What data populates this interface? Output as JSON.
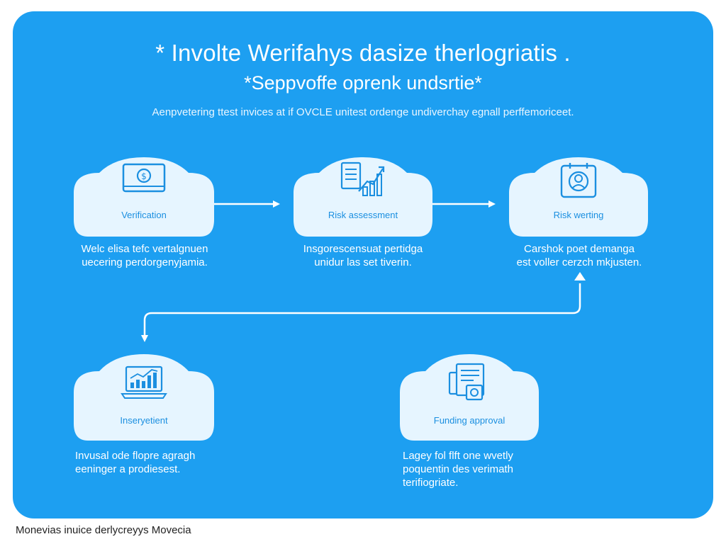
{
  "header": {
    "title": "* Involte Werifahys dasize therlogriatis .",
    "subtitle": "*Seppvoffe oprenk undsrtie*",
    "tagline": "Aenpvetering ttest invices at if OVCLE unitest ordenge undiverchay egnall perffemoriceet."
  },
  "steps": [
    {
      "label": "Verification",
      "icon": "monitor-coin-icon",
      "desc_lines": [
        "Welc elisa tefc vertalgnuen",
        "uecering perdorgenyjamia."
      ]
    },
    {
      "label": "Risk assessment",
      "icon": "document-growth-chart-icon",
      "desc_lines": [
        "Insgorescensuat pertidga",
        "unidur las set tiverin."
      ]
    },
    {
      "label": "Risk werting",
      "icon": "user-badge-icon",
      "desc_lines": [
        "Carshok poet demanga",
        "est voller cerzch mkjusten."
      ]
    },
    {
      "label": "Inseryetient",
      "icon": "laptop-chart-icon",
      "desc_lines": [
        "Invusal ode flopre agragh",
        "eeninger a prodiesest."
      ]
    },
    {
      "label": "Funding approval",
      "icon": "documents-approval-icon",
      "desc_lines": [
        "Lagey fol flft one wvetly",
        "poquentin des verimath",
        "terifiogriate."
      ]
    }
  ],
  "footer": {
    "caption": "Monevias inuice derlycreyys Movecia"
  },
  "colors": {
    "panel": "#1d9ff1",
    "cloud": "#e6f5ff",
    "icon": "#1b8fe0",
    "connector": "#ffffff"
  }
}
